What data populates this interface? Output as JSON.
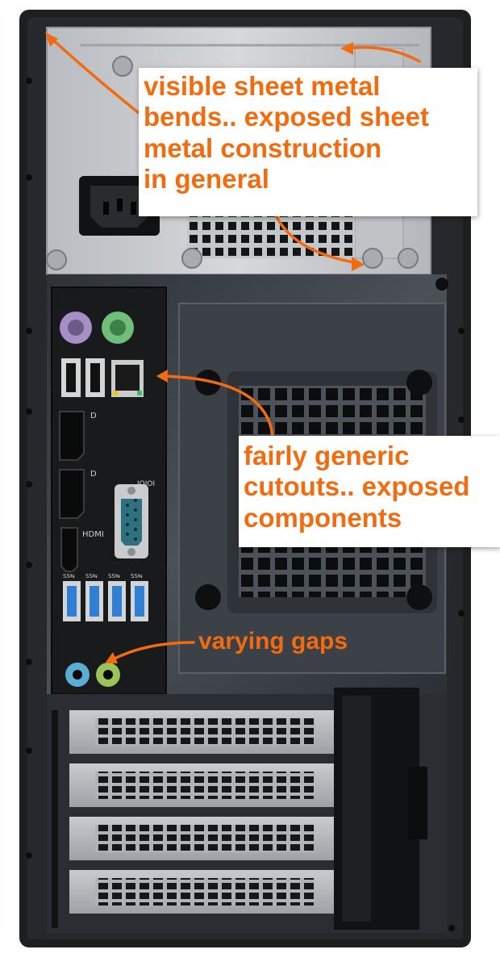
{
  "annotations": {
    "sheet_metal": "visible sheet metal\nbends.. exposed sheet\nmetal construction\nin general",
    "cutouts": "fairly generic\ncutouts.. exposed\ncomponents",
    "gaps": "varying gaps"
  },
  "port_labels": {
    "hdmi": "HDMI",
    "ss_usb": "SS⇆",
    "serial": "IOIOI",
    "displayport": "D"
  },
  "colors": {
    "annotation": "#f36b0f",
    "chassis_frame": "#1e1f21",
    "chassis_panel": "#3e444a",
    "psu": "#c8cacd",
    "ps2_mouse": "#a58fc6",
    "ps2_keyboard": "#6fbf7a",
    "usb3": "#2f7fd4",
    "audio_line_in": "#5aaed3",
    "audio_line_out": "#9cc25a",
    "serial_port": "#2e6f80"
  }
}
